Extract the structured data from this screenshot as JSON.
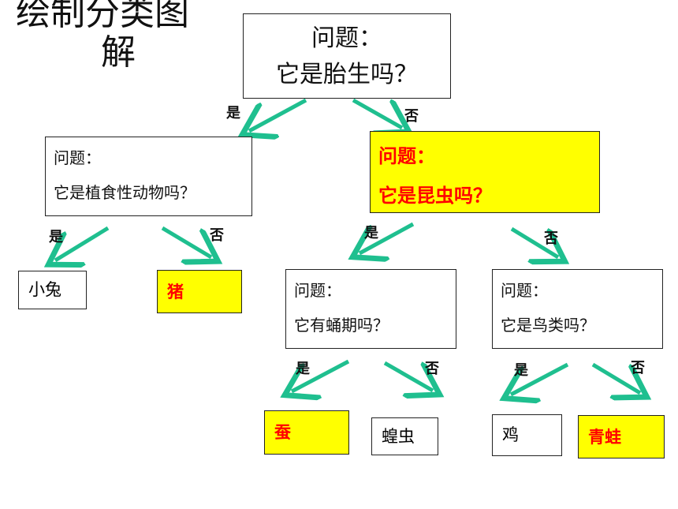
{
  "title": {
    "line1": "绘制分类图",
    "line2": "解"
  },
  "root": {
    "line1": "问题：",
    "line2": "它是胎生吗？"
  },
  "left_node": {
    "line1": "问题：",
    "line2": "它是植食性动物吗？"
  },
  "right_node": {
    "line1": "问题：",
    "line2": "它是昆虫吗？"
  },
  "node_pupa": {
    "line1": "问题：",
    "line2": "它有蛹期吗？"
  },
  "node_bird": {
    "line1": "问题：",
    "line2": "它是鸟类吗？"
  },
  "leaves": {
    "rabbit": "小兔",
    "pig": "猪",
    "silkworm": "蚕",
    "locust": "蝗虫",
    "chicken": "鸡",
    "frog": "青蛙"
  },
  "labels": {
    "yes": "是",
    "no": "否"
  },
  "colors": {
    "arrow": "#1fbf8f",
    "highlight": "#ffff00",
    "highlight_text": "#ff0000"
  }
}
